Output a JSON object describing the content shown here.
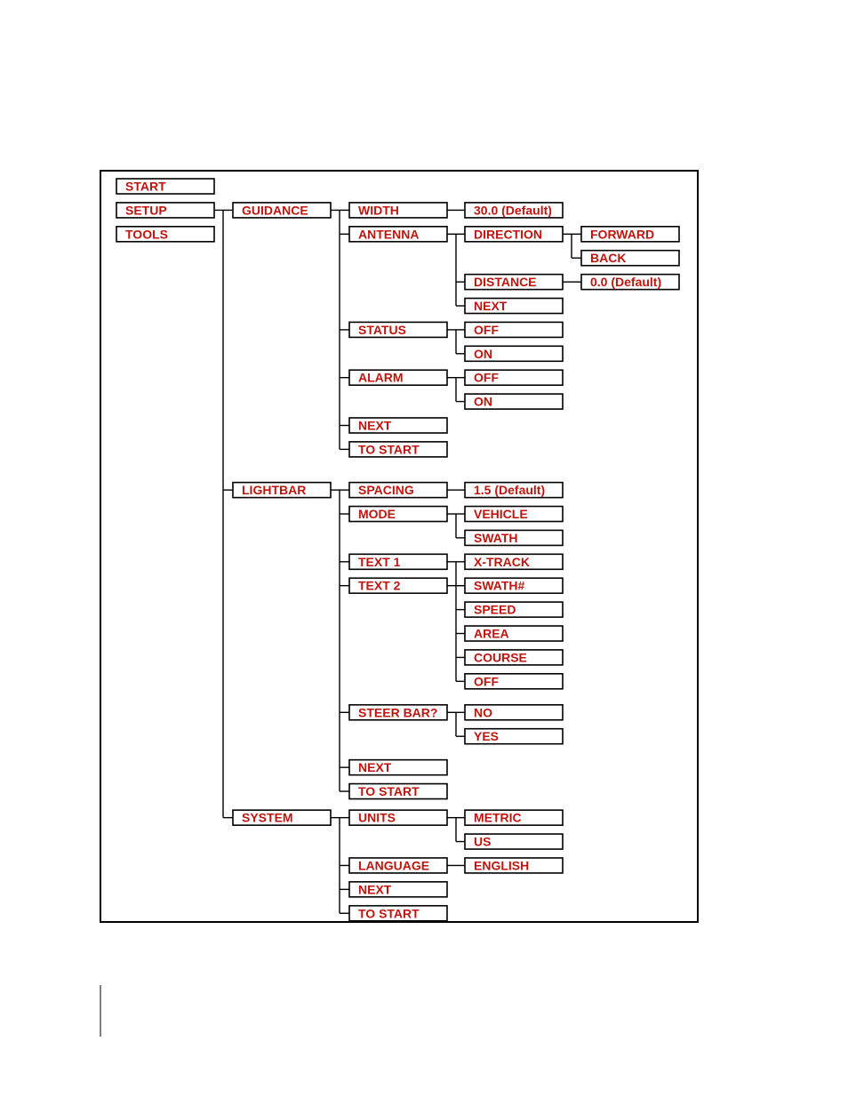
{
  "colors": {
    "text": "#c0150f",
    "line": "#000000",
    "box_fill": "#ffffff"
  },
  "menu": {
    "root": [
      "START",
      "SETUP",
      "TOOLS"
    ],
    "setup": {
      "guidance": {
        "label": "GUIDANCE",
        "width": {
          "label": "WIDTH",
          "value": "30.0 (Default)"
        },
        "antenna": {
          "label": "ANTENNA",
          "direction": {
            "label": "DIRECTION",
            "options": [
              "FORWARD",
              "BACK"
            ]
          },
          "distance": {
            "label": "DISTANCE",
            "value": "0.0 (Default)"
          },
          "next": "NEXT"
        },
        "status": {
          "label": "STATUS",
          "options": [
            "OFF",
            "ON"
          ]
        },
        "alarm": {
          "label": "ALARM",
          "options": [
            "OFF",
            "ON"
          ]
        },
        "next": "NEXT",
        "to_start": "TO START"
      },
      "lightbar": {
        "label": "LIGHTBAR",
        "spacing": {
          "label": "SPACING",
          "value": "1.5 (Default)"
        },
        "mode": {
          "label": "MODE",
          "options": [
            "VEHICLE",
            "SWATH"
          ]
        },
        "text1": "TEXT 1",
        "text2": "TEXT 2",
        "text_options": [
          "X-TRACK",
          "SWATH#",
          "SPEED",
          "AREA",
          "COURSE",
          "OFF"
        ],
        "steer_bar": {
          "label": "STEER BAR?",
          "options": [
            "NO",
            "YES"
          ]
        },
        "next": "NEXT",
        "to_start": "TO START"
      },
      "system": {
        "label": "SYSTEM",
        "units": {
          "label": "UNITS",
          "options": [
            "METRIC",
            "US"
          ]
        },
        "language": {
          "label": "LANGUAGE",
          "value": "ENGLISH"
        },
        "next": "NEXT",
        "to_start": "TO START"
      }
    }
  }
}
